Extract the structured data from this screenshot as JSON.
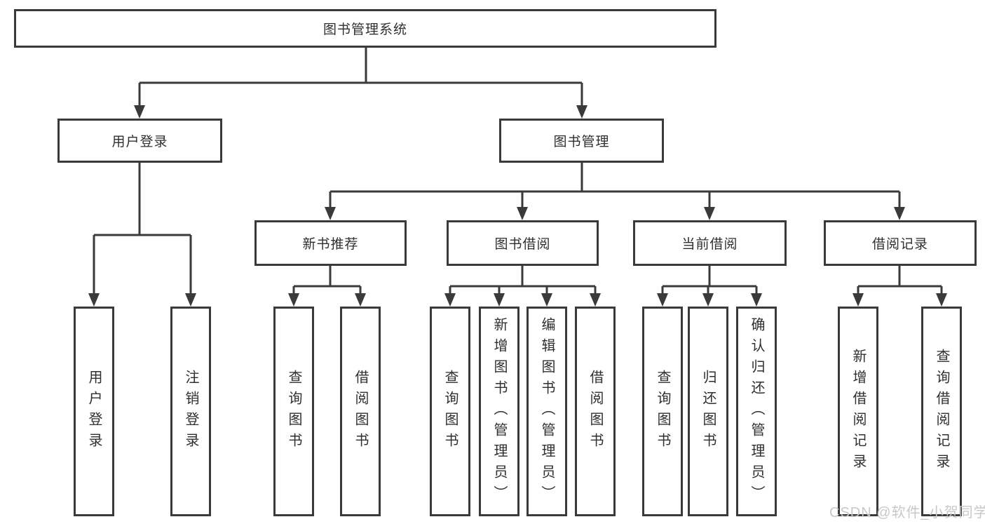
{
  "diagram": {
    "root": {
      "label": "图书管理系统"
    },
    "level2": [
      {
        "label": "用户登录"
      },
      {
        "label": "图书管理"
      }
    ],
    "level3": [
      {
        "label": "新书推荐"
      },
      {
        "label": "图书借阅"
      },
      {
        "label": "当前借阅"
      },
      {
        "label": "借阅记录"
      }
    ],
    "leaves": {
      "user_login": [
        {
          "label": "用户登录"
        },
        {
          "label": "注销登录"
        }
      ],
      "new_book_recommendation": [
        {
          "label": "查询图书"
        },
        {
          "label": "借阅图书"
        }
      ],
      "book_borrowing": [
        {
          "label": "查询图书"
        },
        {
          "label": "新增图书（管理员）"
        },
        {
          "label": "编辑图书（管理员）"
        },
        {
          "label": "借阅图书"
        }
      ],
      "current_borrowing": [
        {
          "label": "查询图书"
        },
        {
          "label": "归还图书"
        },
        {
          "label": "确认归还（管理员）"
        }
      ],
      "borrowing_records": [
        {
          "label": "新增借阅记录"
        },
        {
          "label": "查询借阅记录"
        }
      ]
    }
  },
  "watermark": {
    "text": "CSDN @软件_小贺同学"
  },
  "colors": {
    "line": "#3a3a3a",
    "box_border": "#3a3a3a",
    "box_background": "#ffffff",
    "text": "#2f2f2f",
    "watermark": "#c8c8c8",
    "page_background": "#ffffff"
  }
}
